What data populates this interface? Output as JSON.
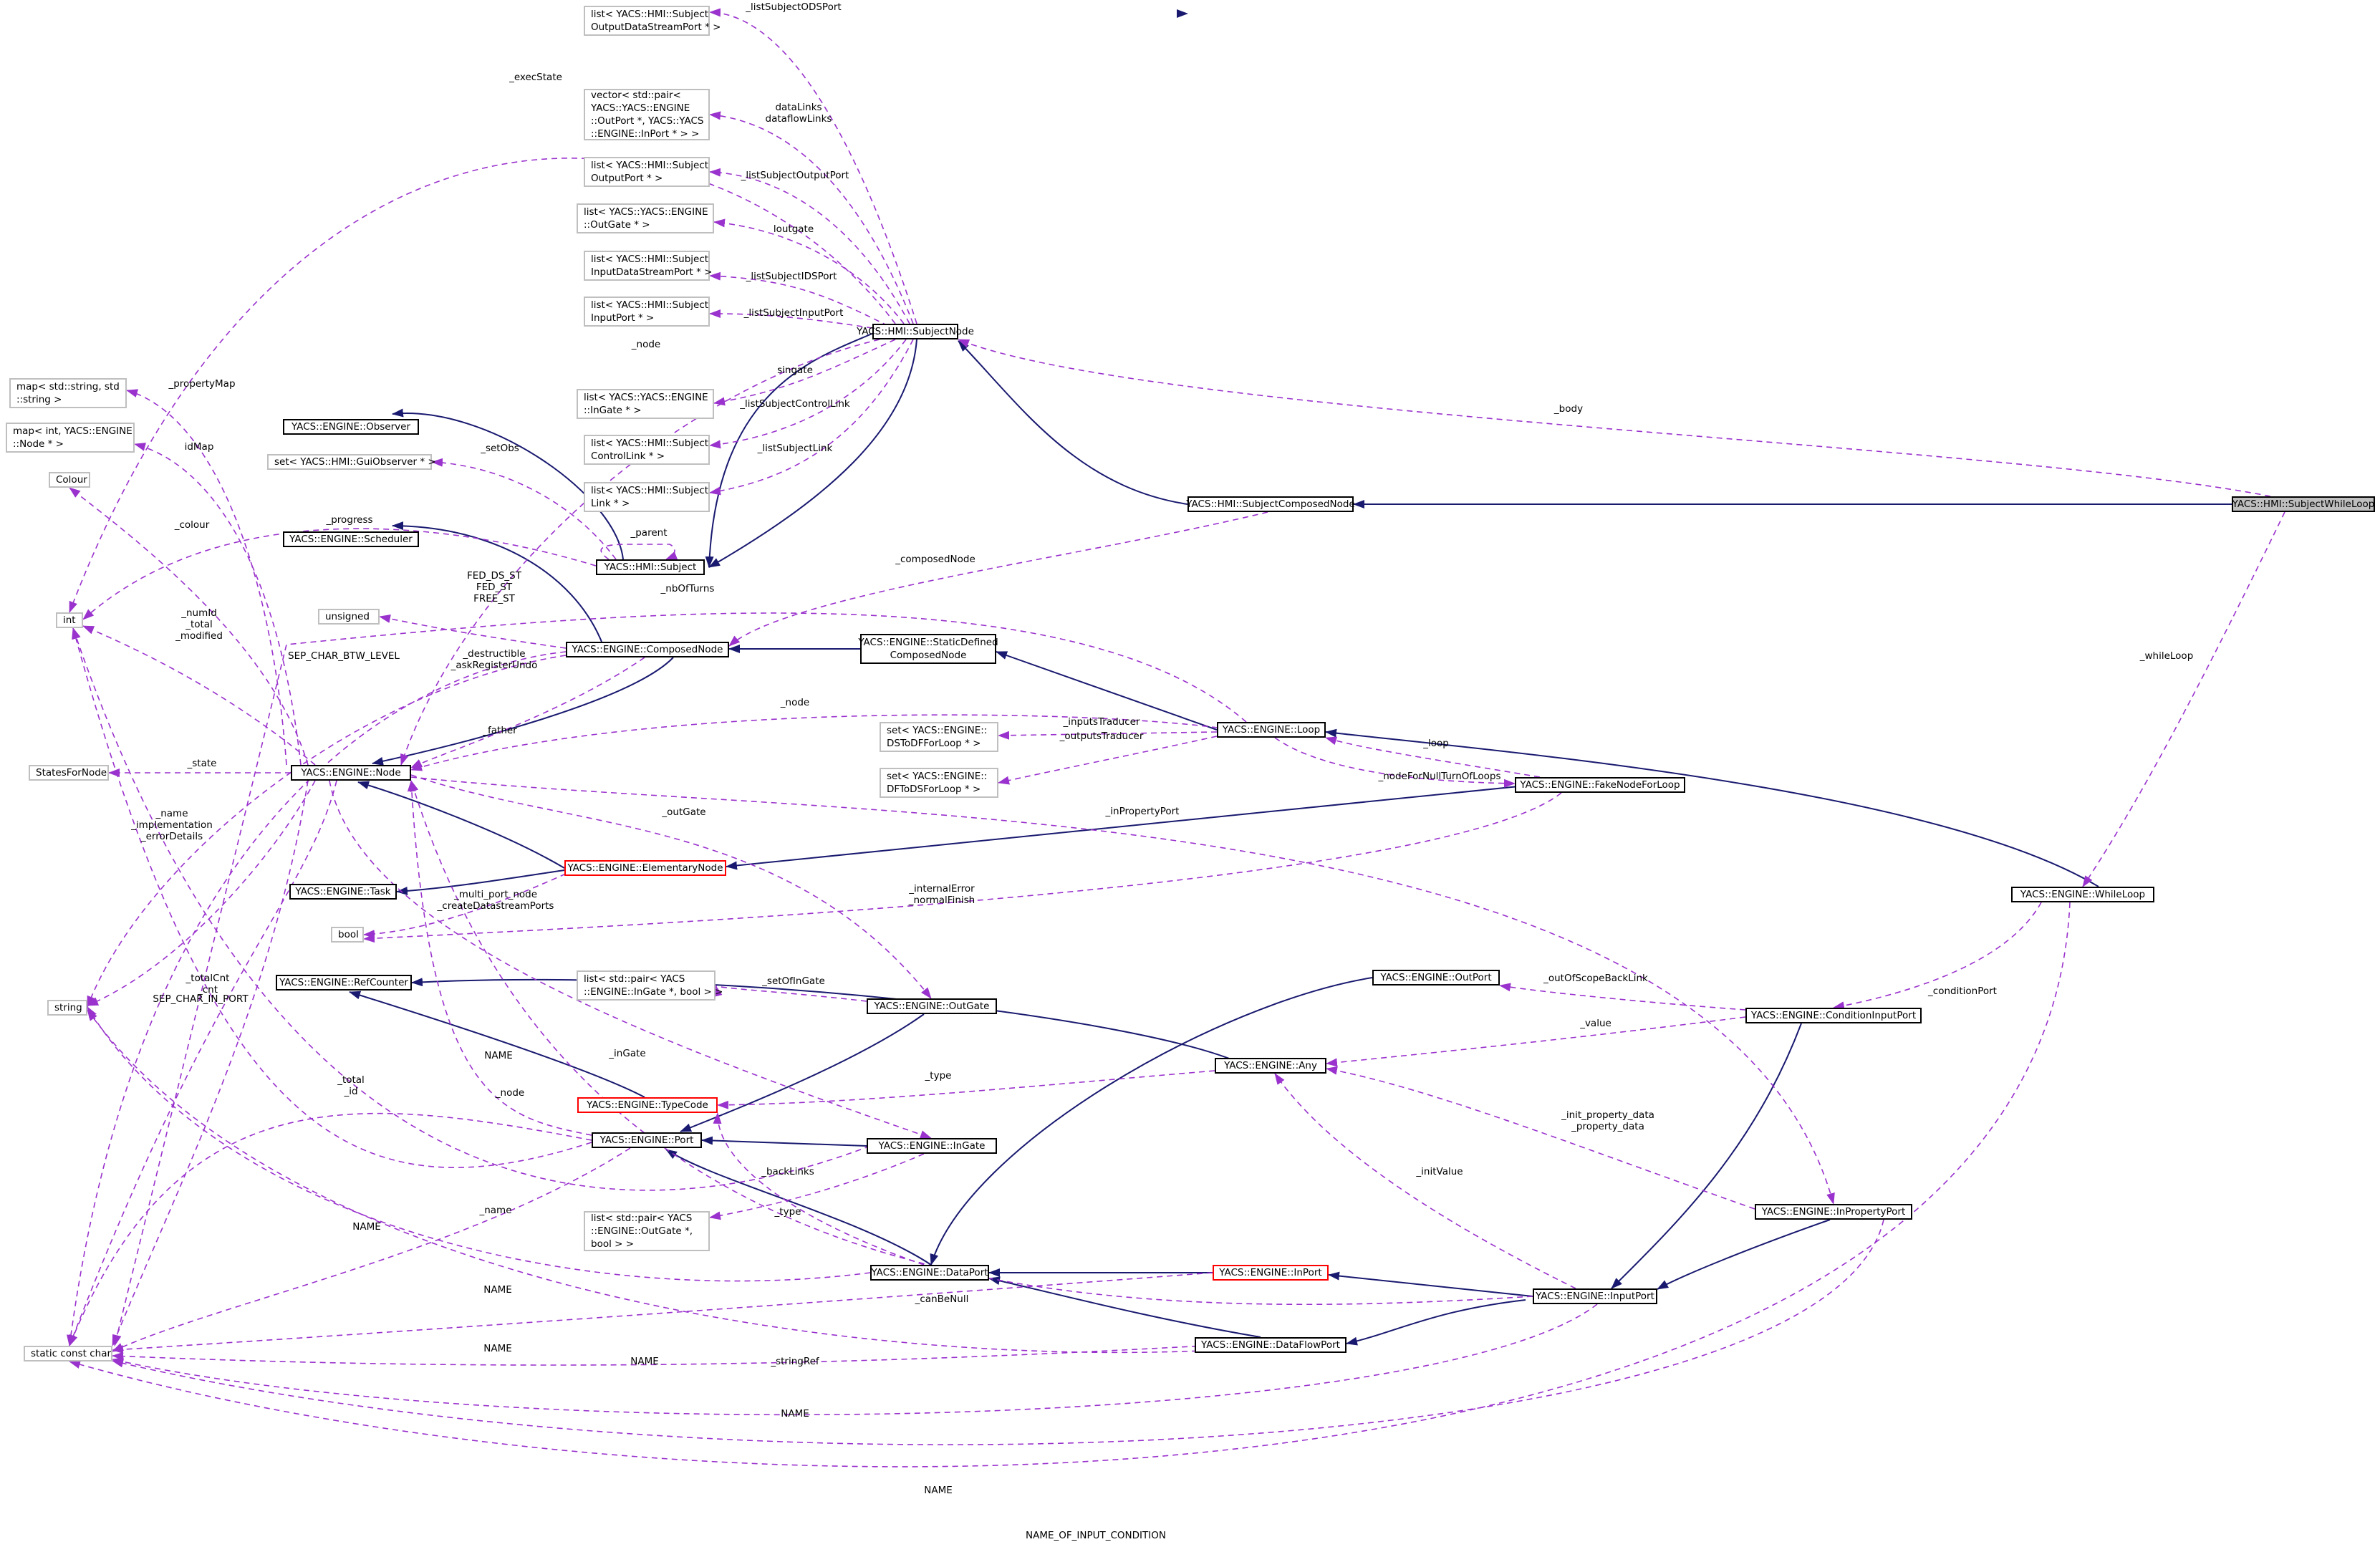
{
  "colors": {
    "inheritance": "#191970",
    "usage": "#9a32cd",
    "ghost_border": "#bfbfbf",
    "red_border": "#ff0000",
    "focus_fill": "#bfbfbf"
  },
  "nodes": {
    "lsodsp": [
      "list< YACS::HMI::Subject",
      "OutputDataStreamPort * >"
    ],
    "vecpair": [
      "vector< std::pair<",
      "YACS::YACS::ENGINE",
      "::OutPort *, YACS::YACS",
      "::ENGINE::InPort * > >"
    ],
    "lsop": [
      "list< YACS::HMI::Subject",
      "OutputPort * >"
    ],
    "lsog": [
      "list< YACS::YACS::ENGINE",
      "::OutGate * >"
    ],
    "lsidsp": [
      "list< YACS::HMI::Subject",
      "InputDataStreamPort * >"
    ],
    "lsip": [
      "list< YACS::HMI::Subject",
      "InputPort * >"
    ],
    "lsig": [
      "list< YACS::YACS::ENGINE",
      "::InGate * >"
    ],
    "lscl": [
      "list< YACS::HMI::Subject",
      "ControlLink * >"
    ],
    "lsl": [
      "list< YACS::HMI::Subject",
      "Link * >"
    ],
    "subjnode": [
      "YACS::HMI::SubjectNode"
    ],
    "subjcomp": [
      "YACS::HMI::SubjectComposedNode"
    ],
    "subjwhile": [
      "YACS::HMI::SubjectWhileLoop"
    ],
    "mapss": [
      "map< std::string, std",
      "::string >"
    ],
    "mapin": [
      "map< int, YACS::ENGINE",
      "::Node * >"
    ],
    "observer": [
      "YACS::ENGINE::Observer"
    ],
    "setgui": [
      "set< YACS::HMI::GuiObserver * >"
    ],
    "colour": [
      "Colour"
    ],
    "subject": [
      "YACS::HMI::Subject"
    ],
    "scheduler": [
      "YACS::ENGINE::Scheduler"
    ],
    "int": [
      "int"
    ],
    "unsigned": [
      "unsigned"
    ],
    "composed": [
      "YACS::ENGINE::ComposedNode"
    ],
    "static": [
      "YACS::ENGINE::StaticDefined",
      "ComposedNode"
    ],
    "setds": [
      "set< YACS::ENGINE::",
      "DSToDFForLoop * >"
    ],
    "setdf": [
      "set< YACS::ENGINE::",
      "DFToDSForLoop * >"
    ],
    "loop": [
      "YACS::ENGINE::Loop"
    ],
    "statesfornode": [
      "StatesForNode"
    ],
    "node": [
      "YACS::ENGINE::Node"
    ],
    "fake": [
      "YACS::ENGINE::FakeNodeForLoop"
    ],
    "task": [
      "YACS::ENGINE::Task"
    ],
    "elementary": [
      "YACS::ENGINE::ElementaryNode"
    ],
    "bool": [
      "bool"
    ],
    "whileloop": [
      "YACS::ENGINE::WhileLoop"
    ],
    "refcounter": [
      "YACS::ENGINE::RefCounter"
    ],
    "lspairin": [
      "list< std::pair< YACS",
      "::ENGINE::InGate *, bool > >"
    ],
    "string": [
      "string"
    ],
    "outgate": [
      "YACS::ENGINE::OutGate"
    ],
    "outport": [
      "YACS::ENGINE::OutPort"
    ],
    "condport": [
      "YACS::ENGINE::ConditionInputPort"
    ],
    "any": [
      "YACS::ENGINE::Any"
    ],
    "typecode": [
      "YACS::ENGINE::TypeCode"
    ],
    "port": [
      "YACS::ENGINE::Port"
    ],
    "ingate": [
      "YACS::ENGINE::InGate"
    ],
    "lspairout": [
      "list< std::pair< YACS",
      "::ENGINE::OutGate *,",
      "bool > >"
    ],
    "inpropport": [
      "YACS::ENGINE::InPropertyPort"
    ],
    "dataport": [
      "YACS::ENGINE::DataPort"
    ],
    "inport": [
      "YACS::ENGINE::InPort"
    ],
    "inputport": [
      "YACS::ENGINE::InputPort"
    ],
    "dataflowport": [
      "YACS::ENGINE::DataFlowPort"
    ],
    "staticconstchar": [
      "static const char"
    ]
  },
  "edge_labels": {
    "e_lsodsp": [
      "_listSubjectODSPort"
    ],
    "e_vecpair": [
      "dataLinks",
      "dataflowLinks"
    ],
    "e_lsop": [
      "_listSubjectOutputPort"
    ],
    "e_lsog": [
      "loutgate"
    ],
    "e_lsidsp": [
      "_listSubjectIDSPort"
    ],
    "e_lsip": [
      "_listSubjectInputPort"
    ],
    "e_lsig": [
      "singate"
    ],
    "e_lscl": [
      "_listSubjectControlLink"
    ],
    "e_lsl": [
      "_listSubjectLink"
    ],
    "e_execstate": [
      "_execState"
    ],
    "e_node": [
      "_node"
    ],
    "e_body": [
      "_body"
    ],
    "e_propmap": [
      "_propertyMap"
    ],
    "e_idmap": [
      "idMap"
    ],
    "e_setobs": [
      "_setObs"
    ],
    "e_parent": [
      "_parent"
    ],
    "e_colour": [
      "_colour"
    ],
    "e_progress": [
      "_progress"
    ],
    "e_composednode": [
      "_composedNode"
    ],
    "e_nbofturns": [
      "_nbOfTurns"
    ],
    "e_fedds": [
      "FED_DS_ST",
      "FED_ST",
      "FREE_ST"
    ],
    "e_numid": [
      "_numId",
      "_total",
      "_modified"
    ],
    "e_destructible": [
      "_destructible",
      "_askRegisterUndo"
    ],
    "e_sepbtw": [
      "SEP_CHAR_BTW_LEVEL"
    ],
    "e_whileloop": [
      "_whileLoop"
    ],
    "e_loopnode": [
      "_node"
    ],
    "e_inputstrad": [
      "_inputsTraducer"
    ],
    "e_outputstrad": [
      "_outputsTraducer"
    ],
    "e_father": [
      "_father"
    ],
    "e_state": [
      "_state"
    ],
    "e_loop": [
      "_loop"
    ],
    "e_nodefornull": [
      "_nodeForNullTurnOfLoops"
    ],
    "e_name": [
      "_name",
      "_implementation",
      "_errorDetails"
    ],
    "e_outgate": [
      "_outGate"
    ],
    "e_inpropertyport": [
      "_inPropertyPort"
    ],
    "e_multiport": [
      "_multi_port_node",
      "_createDatastreamPorts"
    ],
    "e_internalerror": [
      "_internalError",
      "_normalFinish"
    ],
    "e_totalcnt": [
      "_totalCnt",
      "_cnt"
    ],
    "e_sepinport": [
      "SEP_CHAR_IN_PORT"
    ],
    "e_setingate": [
      "_setOfInGate"
    ],
    "e_conditionport": [
      "_conditionPort"
    ],
    "e_outofscope": [
      "_outOfScopeBackLink"
    ],
    "e_ingate": [
      "_inGate"
    ],
    "e_value": [
      "_value"
    ],
    "e_name_tc": [
      "NAME"
    ],
    "e_totalid": [
      "_total",
      "_id"
    ],
    "e_nodeport": [
      "_node"
    ],
    "e_type_any": [
      "_type"
    ],
    "e_initprop": [
      "_init_property_data",
      "_property_data"
    ],
    "e_initvalue": [
      "_initValue"
    ],
    "e_backlinks": [
      "_backLinks"
    ],
    "e_nameport": [
      "_name"
    ],
    "e_name_ingate": [
      "NAME"
    ],
    "e_type_dp": [
      "_type"
    ],
    "e_name_dp": [
      "NAME"
    ],
    "e_canbenull": [
      "_canBeNull"
    ],
    "e_name_inport": [
      "NAME"
    ],
    "e_name_dfp": [
      "NAME"
    ],
    "e_stringref": [
      "_stringRef"
    ],
    "e_name_input": [
      "NAME"
    ],
    "e_name_while": [
      "NAME"
    ],
    "e_noic": [
      "NAME_OF_INPUT_CONDITION"
    ]
  }
}
